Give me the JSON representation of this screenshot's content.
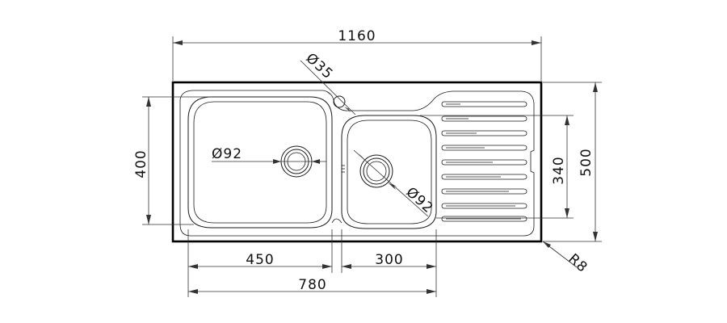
{
  "dimensions": {
    "overall_width": "1160",
    "overall_height": "500",
    "bowl_depth_left": "400",
    "bowl_depth_right": "340",
    "left_bowl_width": "450",
    "right_bowl_width": "300",
    "bowls_total_width": "780",
    "corner_radius": "R8",
    "tap_hole": "Ø35",
    "left_drain": "Ø92",
    "right_drain": "Ø92"
  }
}
